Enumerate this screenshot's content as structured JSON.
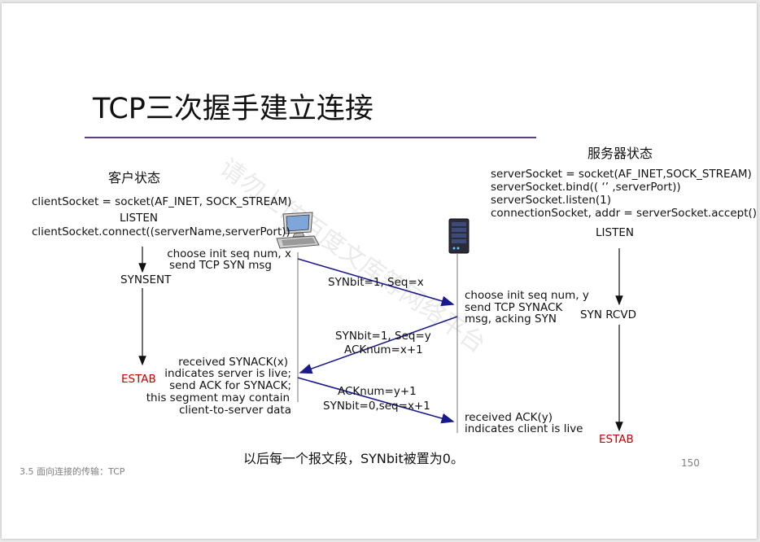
{
  "slide": {
    "title": "TCP三次握手建立连接",
    "watermark": "请勿上传百度文库等网络平台",
    "footer_left": "3.5 面向连接的传输：TCP",
    "page_number": "150",
    "note": "以后每一个报文段，SYNbit被置为0。"
  },
  "client": {
    "heading": "客户状态",
    "code_line1": "clientSocket = socket(AF_INET, SOCK_STREAM)",
    "listen": "LISTEN",
    "code_line2": "clientSocket.connect((serverName,serverPort))",
    "synsent": "SYNSENT",
    "estab": "ESTAB",
    "action1_l1": "choose init seq num, x",
    "action1_l2": "send TCP SYN msg",
    "action2_l1": "received SYNACK(x)",
    "action2_l2": "indicates server is live;",
    "action2_l3": "send ACK for SYNACK;",
    "action2_l4": "this segment may contain",
    "action2_l5": "client-to-server data"
  },
  "server": {
    "heading": "服务器状态",
    "code_line1": "serverSocket = socket(AF_INET,SOCK_STREAM)",
    "code_line2": "serverSocket.bind((  ‘’  ,serverPort))",
    "code_line3": "serverSocket.listen(1)",
    "code_line4": "connectionSocket, addr = serverSocket.accept()",
    "listen": "LISTEN",
    "synrcvd": "SYN RCVD",
    "estab": "ESTAB",
    "action1_l1": "choose init seq num, y",
    "action1_l2": "send TCP SYNACK",
    "action1_l3": "msg, acking SYN",
    "action2_l1": "received ACK(y)",
    "action2_l2": "indicates client is live"
  },
  "messages": {
    "syn": "SYNbit=1, Seq=x",
    "synack_l1": "SYNbit=1, Seq=y",
    "synack_l2": "ACKnum=x+1",
    "ack_l1": "ACKnum=y+1",
    "ack_l2": "SYNbit=0,seq=x+1"
  },
  "colors": {
    "title_rule": "#5b3f86",
    "estab_red": "#c00000",
    "arrow_blue": "#1a1a8c"
  },
  "icons": [
    "computer-icon",
    "server-icon"
  ]
}
